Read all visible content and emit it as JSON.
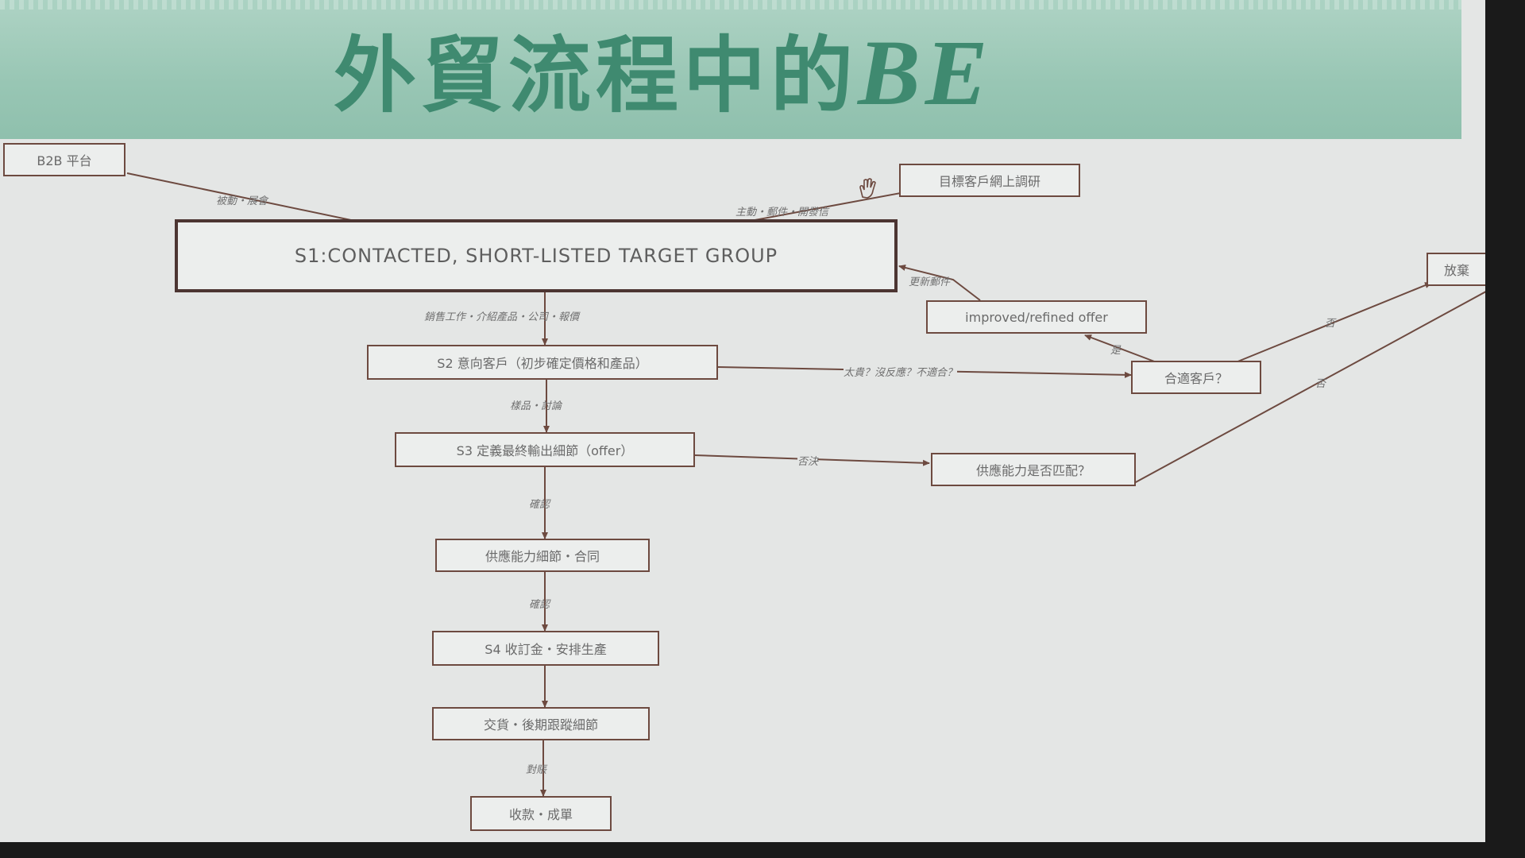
{
  "title": {
    "text": "外貿流程中的",
    "latin": "BE"
  },
  "nodes": {
    "b2b": "B2B 平台",
    "target_customer": "目標客戶網上調研",
    "s1": "S1:CONTACTED, SHORT-LISTED TARGET GROUP",
    "s2": "S2 意向客戶（初步確定價格和產品）",
    "s3": "S3 定義最終輸出細節（offer）",
    "supply_detail": "供應能力細節・合同",
    "s4": "S4 收訂金・安排生產",
    "delivery": "交貨・後期跟蹤細節",
    "final": "收款・成單",
    "improved_offer": "improved/refined offer",
    "right_customer": "合適客戶？",
    "supply_match": "供應能力是否匹配？",
    "give_up": "放棄"
  },
  "edge_labels": {
    "b2b_s1": "被動・展會",
    "target_s1": "主動・郵件・開發信",
    "s1_s2": "銷售工作・介紹產品・公司・報價",
    "s2_s3": "樣品・討論",
    "s3_supply": "確認",
    "supply_s4": "確認",
    "delivery_final": "對賬",
    "s2_right": "太貴？沒反應？不適合？",
    "right_improved": "是",
    "improved_s1": "更新郵件",
    "s3_match": "否決",
    "right_giveup": "否",
    "match_giveup": "否"
  },
  "colors": {
    "title": "#3f8a70",
    "band": "#98c6b4",
    "line": "#6d4a40",
    "background": "#e4e6e5"
  }
}
